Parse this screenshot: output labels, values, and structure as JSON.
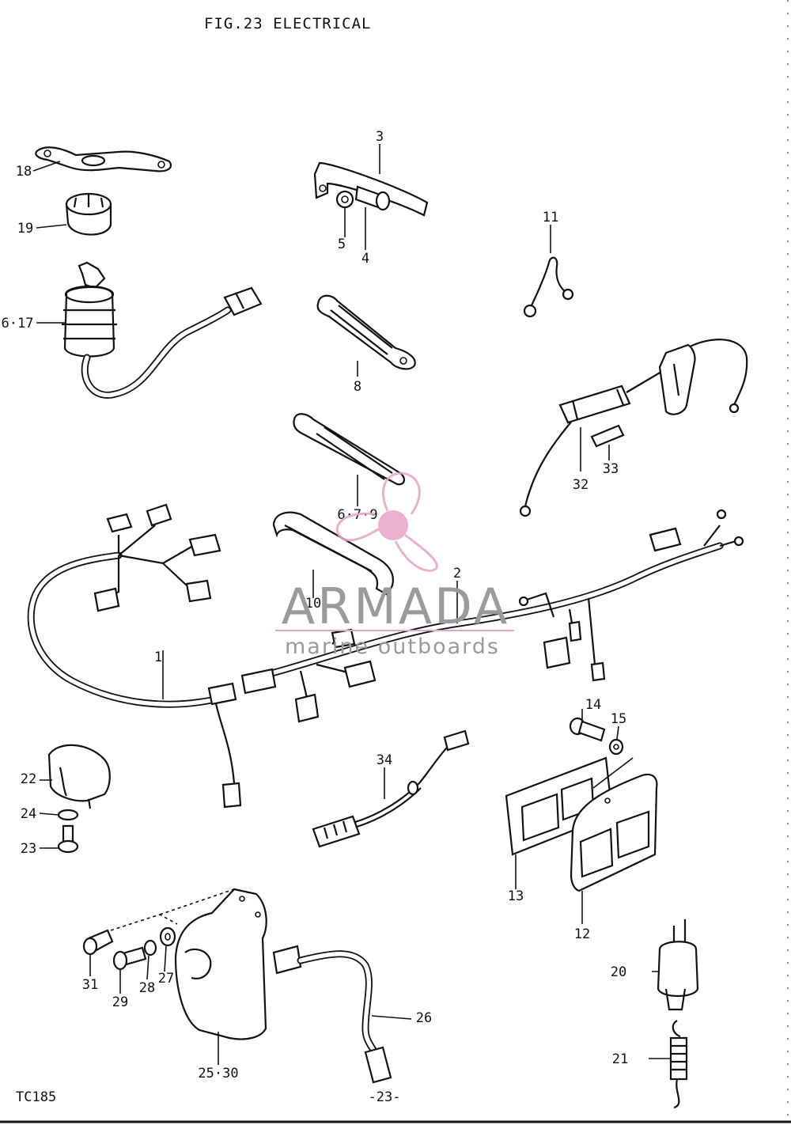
{
  "title": "FIG.23  ELECTRICAL",
  "page_code": "TC185",
  "page_number": "-23-",
  "watermark": {
    "brand": "ARMADA",
    "tagline": "marine outboards",
    "logo_color": "#e8a3c7",
    "text_color": "#9a9a9a"
  },
  "callouts": {
    "c1": "1",
    "c2": "2",
    "c3": "3",
    "c4": "4",
    "c5": "5",
    "c6_17": "6·17",
    "c6_7_9": "6·7·9",
    "c8": "8",
    "c10": "10",
    "c11": "11",
    "c12": "12",
    "c13": "13",
    "c14": "14",
    "c15": "15",
    "c18": "18",
    "c19": "19",
    "c20": "20",
    "c21": "21",
    "c22": "22",
    "c23": "23",
    "c24": "24",
    "c25_30": "25·30",
    "c26": "26",
    "c27": "27",
    "c28": "28",
    "c29": "29",
    "c31": "31",
    "c32": "32",
    "c33": "33",
    "c34": "34"
  }
}
